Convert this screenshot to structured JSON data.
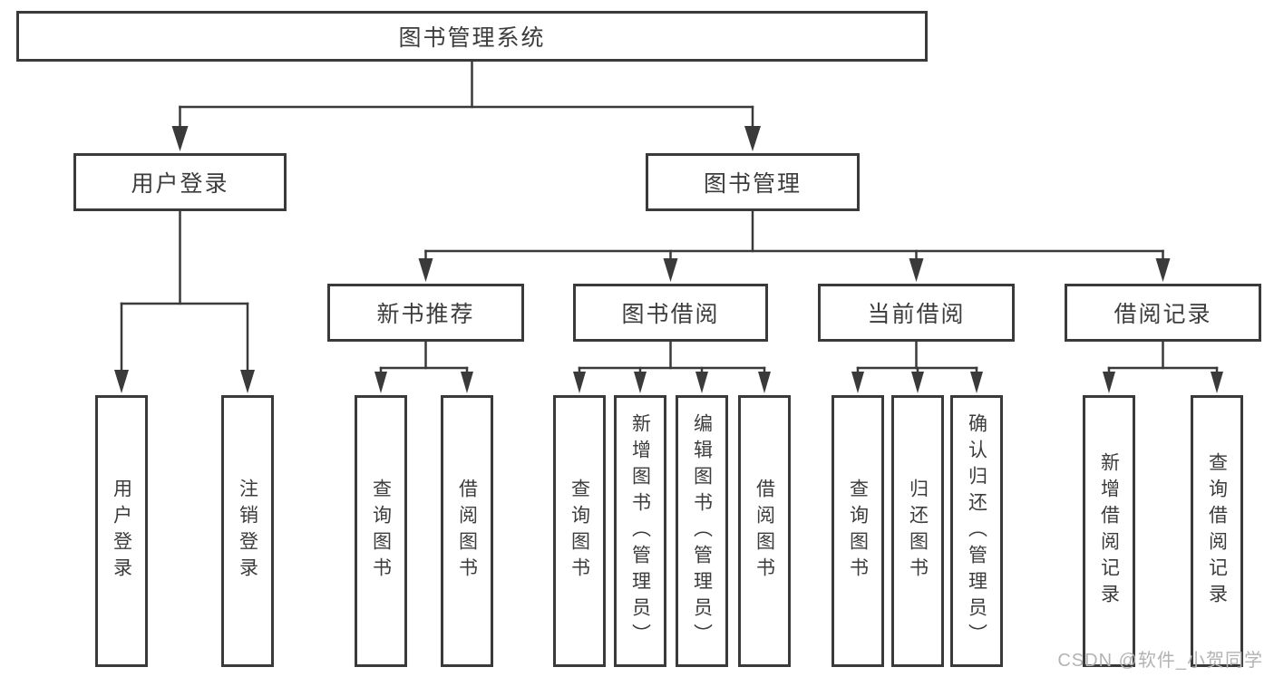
{
  "diagram": {
    "type": "function-hierarchy-tree",
    "title": "图书管理系统"
  },
  "nodes": {
    "root": {
      "label": "图书管理系统",
      "children": [
        "user_login",
        "book_mgmt"
      ]
    },
    "user_login": {
      "label": "用户登录",
      "children": [
        "leaf_user_login",
        "leaf_logout"
      ]
    },
    "book_mgmt": {
      "label": "图书管理",
      "children": [
        "new_book_rec",
        "book_borrow",
        "current_borrow",
        "borrow_record"
      ]
    },
    "new_book_rec": {
      "label": "新书推荐",
      "children": [
        "query_books_1",
        "borrow_books_1"
      ]
    },
    "book_borrow": {
      "label": "图书借阅",
      "children": [
        "query_books_2",
        "add_books_admin",
        "edit_books_admin",
        "borrow_books_2"
      ]
    },
    "current_borrow": {
      "label": "当前借阅",
      "children": [
        "query_books_3",
        "return_books",
        "confirm_return_admin"
      ]
    },
    "borrow_record": {
      "label": "借阅记录",
      "children": [
        "add_borrow_record",
        "query_borrow_record"
      ]
    },
    "leaf_user_login": {
      "label": "用户登录"
    },
    "leaf_logout": {
      "label": "注销登录"
    },
    "query_books_1": {
      "label": "查询图书"
    },
    "borrow_books_1": {
      "label": "借阅图书"
    },
    "query_books_2": {
      "label": "查询图书"
    },
    "add_books_admin": {
      "label": "新增图书（管理员）"
    },
    "edit_books_admin": {
      "label": "编辑图书（管理员）"
    },
    "borrow_books_2": {
      "label": "借阅图书"
    },
    "query_books_3": {
      "label": "查询图书"
    },
    "return_books": {
      "label": "归还图书"
    },
    "confirm_return_admin": {
      "label": "确认归还（管理员）"
    },
    "add_borrow_record": {
      "label": "新增借阅记录"
    },
    "query_borrow_record": {
      "label": "查询借阅记录"
    }
  },
  "watermark": {
    "text": "CSDN @软件_小贺同学"
  },
  "colors": {
    "background": "#ffffff",
    "line": "#3a3a3a",
    "box_border": "#3a3a3a",
    "text": "#3c3c3c",
    "watermark": "#b3b3b3"
  }
}
